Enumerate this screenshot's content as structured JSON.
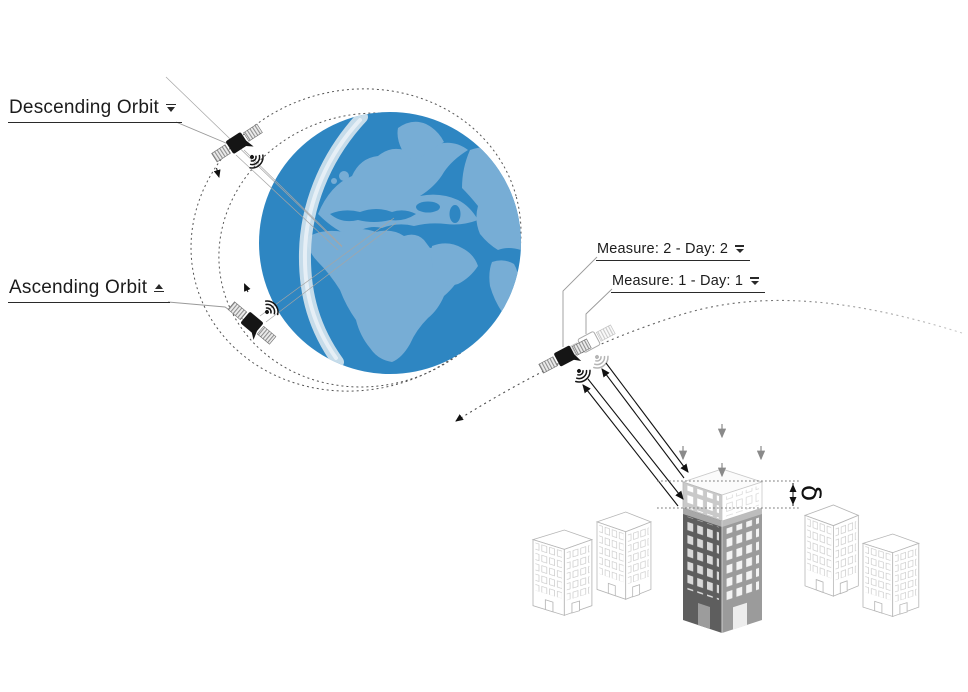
{
  "labels": {
    "descending_orbit": "Descending Orbit",
    "ascending_orbit": "Ascending Orbit",
    "measure_day2": "Measure: 2 - Day: 2",
    "measure_day1": "Measure: 1 - Day: 1",
    "delta": "δ"
  },
  "colors": {
    "ocean": "#2e86c2",
    "land": "#77add5",
    "swath": "#cfe0ec",
    "ink": "#1c1c1c",
    "leader": "#9a9a9a",
    "orbit": "#555555",
    "gray_arrow": "#8a8a8a",
    "outline_building": "#b5b5b5",
    "bld_dark": "#5e5e5e",
    "bld_mid": "#9b9b9b",
    "ghost": "#c9c9c9"
  }
}
